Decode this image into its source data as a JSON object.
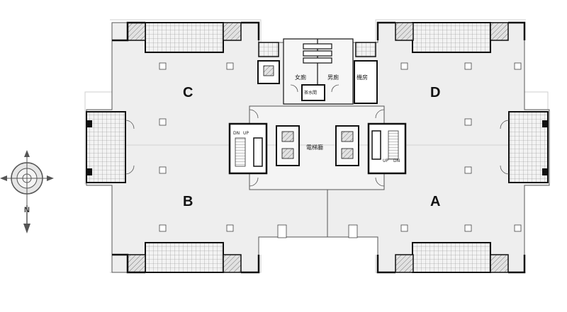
{
  "units": {
    "a": "A",
    "b": "B",
    "c": "C",
    "d": "D"
  },
  "rooms": {
    "women_restroom": "女廁",
    "men_restroom": "男廁",
    "machine_room": "機房",
    "tea_room": "茶水間",
    "elevator_lobby": "電梯廳"
  },
  "stairs": {
    "left_down": "DN",
    "left_up": "UP",
    "right_up": "UP",
    "right_down": "DN"
  },
  "compass": {
    "north": "N"
  },
  "colors": {
    "floor": "#eeeeee",
    "wall": "#111111",
    "line": "#555555",
    "hatch": "#8a8a8a",
    "background": "#ffffff"
  }
}
